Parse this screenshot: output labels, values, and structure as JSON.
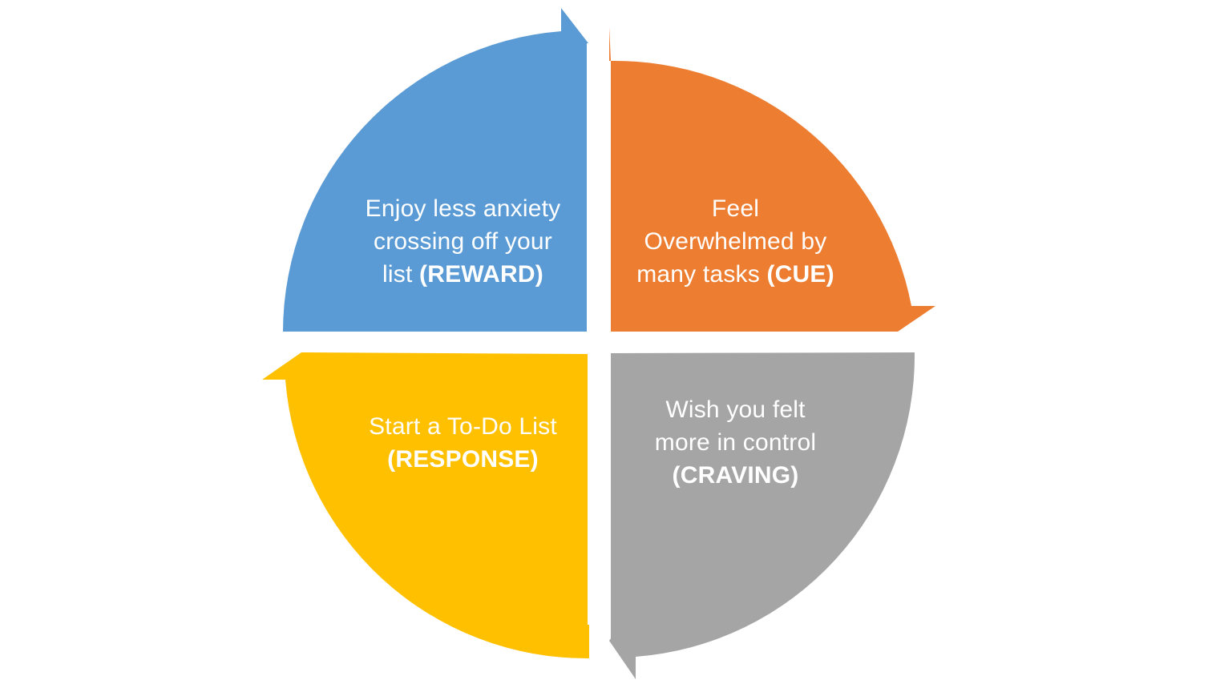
{
  "colors": {
    "reward": "#5b9bd5",
    "cue": "#ed7d31",
    "craving": "#a5a5a5",
    "response": "#ffc000",
    "text": "#ffffff"
  },
  "quadrants": {
    "reward": {
      "line1": "Enjoy less anxiety",
      "line2": "crossing off your",
      "line3_pre": "list ",
      "tag": "(REWARD)"
    },
    "cue": {
      "line1": "Feel",
      "line2": "Overwhelmed by",
      "line3_pre": "many tasks ",
      "tag": "(CUE)"
    },
    "craving": {
      "line1": "Wish you felt",
      "line2": "more in control",
      "tag": "(CRAVING)"
    },
    "response": {
      "line1": "Start a To-Do List",
      "tag": "(RESPONSE)"
    }
  }
}
